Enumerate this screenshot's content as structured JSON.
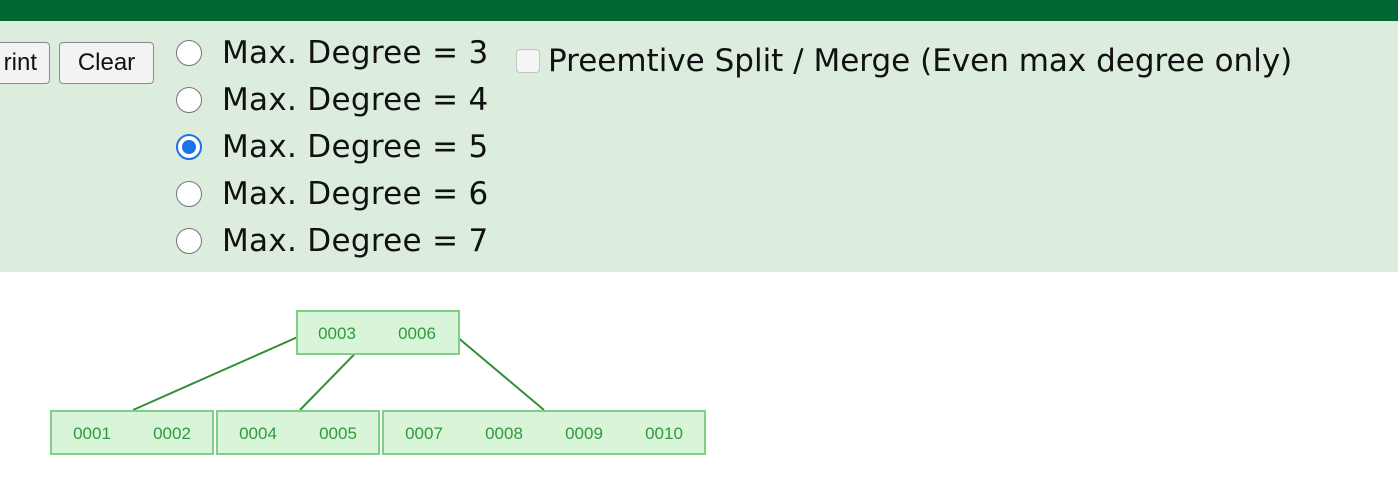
{
  "toolbar": {
    "print_label": "rint",
    "clear_label": "Clear"
  },
  "degree_options": [
    {
      "label": "Max. Degree = 3",
      "selected": false
    },
    {
      "label": "Max. Degree = 4",
      "selected": false
    },
    {
      "label": "Max. Degree = 5",
      "selected": true
    },
    {
      "label": "Max. Degree = 6",
      "selected": false
    },
    {
      "label": "Max. Degree = 7",
      "selected": false
    }
  ],
  "preemptive": {
    "label": "Preemtive Split / Merge (Even max degree only)",
    "checked": false
  },
  "tree": {
    "root": {
      "keys": [
        "0003",
        "0006"
      ]
    },
    "leaves": [
      {
        "keys": [
          "0001",
          "0002"
        ]
      },
      {
        "keys": [
          "0004",
          "0005"
        ]
      },
      {
        "keys": [
          "0007",
          "0008",
          "0009",
          "0010"
        ]
      }
    ]
  },
  "colors": {
    "header": "#006633",
    "panel": "#dcedde",
    "node_fill": "#d8f5d9",
    "node_border": "#7fcf86",
    "key_text": "#2e9a3c",
    "radio_selected": "#1a73e8"
  }
}
